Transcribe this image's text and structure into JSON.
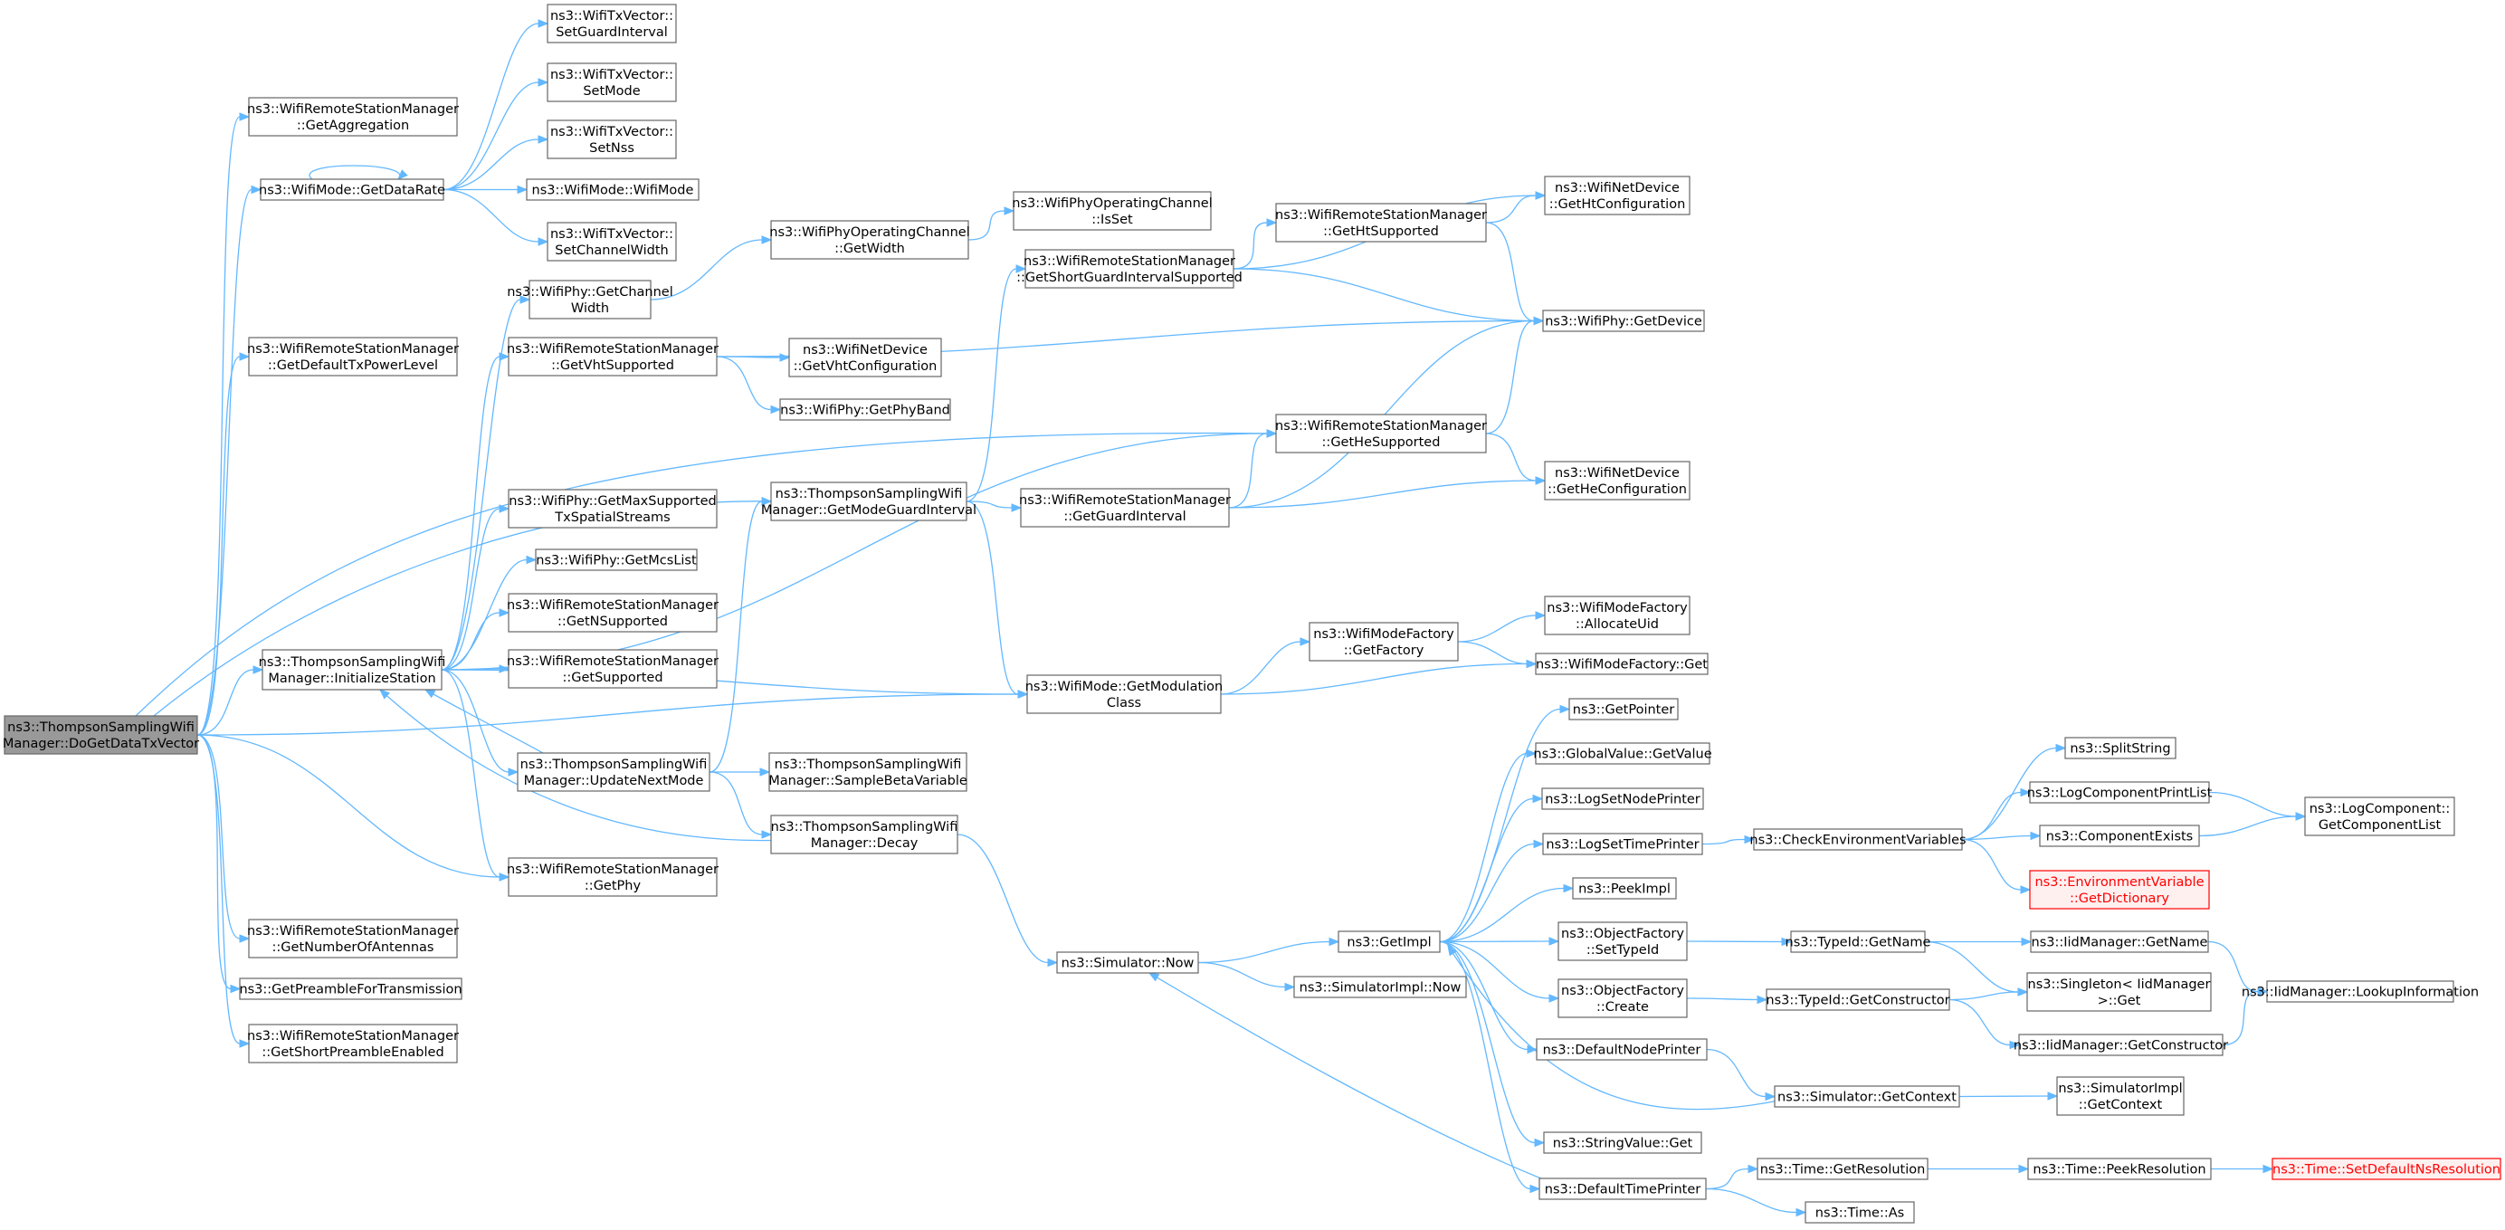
{
  "diagram": {
    "nodes": [
      {
        "id": "root",
        "lines": [
          "ns3::ThompsonSamplingWifi",
          "Manager::DoGetDataTxVector"
        ],
        "style": "root"
      },
      {
        "id": "getAggregation",
        "lines": [
          "ns3::WifiRemoteStationManager",
          "::GetAggregation"
        ]
      },
      {
        "id": "getDataRate",
        "lines": [
          "ns3::WifiMode::GetDataRate"
        ]
      },
      {
        "id": "setGuardInterval",
        "lines": [
          "ns3::WifiTxVector::",
          "SetGuardInterval"
        ]
      },
      {
        "id": "setMode",
        "lines": [
          "ns3::WifiTxVector::",
          "SetMode"
        ]
      },
      {
        "id": "setNss",
        "lines": [
          "ns3::WifiTxVector::",
          "SetNss"
        ]
      },
      {
        "id": "wifiModeCtor",
        "lines": [
          "ns3::WifiMode::WifiMode"
        ]
      },
      {
        "id": "setChannelWidth",
        "lines": [
          "ns3::WifiTxVector::",
          "SetChannelWidth"
        ]
      },
      {
        "id": "getDefaultTxPowerLevel",
        "lines": [
          "ns3::WifiRemoteStationManager",
          "::GetDefaultTxPowerLevel"
        ]
      },
      {
        "id": "getChannelWidth",
        "lines": [
          "ns3::WifiPhy::GetChannel",
          "Width"
        ]
      },
      {
        "id": "opChanGetWidth",
        "lines": [
          "ns3::WifiPhyOperatingChannel",
          "::GetWidth"
        ]
      },
      {
        "id": "opChanIsSet",
        "lines": [
          "ns3::WifiPhyOperatingChannel",
          "::IsSet"
        ]
      },
      {
        "id": "getShortGI",
        "lines": [
          "ns3::WifiRemoteStationManager",
          "::GetShortGuardIntervalSupported"
        ]
      },
      {
        "id": "getHtSupported",
        "lines": [
          "ns3::WifiRemoteStationManager",
          "::GetHtSupported"
        ]
      },
      {
        "id": "getHtConfiguration",
        "lines": [
          "ns3::WifiNetDevice",
          "::GetHtConfiguration"
        ]
      },
      {
        "id": "getVhtSupported",
        "lines": [
          "ns3::WifiRemoteStationManager",
          "::GetVhtSupported"
        ]
      },
      {
        "id": "getVhtConfiguration",
        "lines": [
          "ns3::WifiNetDevice",
          "::GetVhtConfiguration"
        ]
      },
      {
        "id": "getDevice",
        "lines": [
          "ns3::WifiPhy::GetDevice"
        ]
      },
      {
        "id": "getPhyBand",
        "lines": [
          "ns3::WifiPhy::GetPhyBand"
        ]
      },
      {
        "id": "getHeSupported",
        "lines": [
          "ns3::WifiRemoteStationManager",
          "::GetHeSupported"
        ]
      },
      {
        "id": "getModeGuardInterval",
        "lines": [
          "ns3::ThompsonSamplingWifi",
          "Manager::GetModeGuardInterval"
        ]
      },
      {
        "id": "getGuardInterval",
        "lines": [
          "ns3::WifiRemoteStationManager",
          "::GetGuardInterval"
        ]
      },
      {
        "id": "getHeConfiguration",
        "lines": [
          "ns3::WifiNetDevice",
          "::GetHeConfiguration"
        ]
      },
      {
        "id": "getMaxTxSS",
        "lines": [
          "ns3::WifiPhy::GetMaxSupported",
          "TxSpatialStreams"
        ]
      },
      {
        "id": "getMcsList",
        "lines": [
          "ns3::WifiPhy::GetMcsList"
        ]
      },
      {
        "id": "getNSupported",
        "lines": [
          "ns3::WifiRemoteStationManager",
          "::GetNSupported"
        ]
      },
      {
        "id": "getSupported",
        "lines": [
          "ns3::WifiRemoteStationManager",
          "::GetSupported"
        ]
      },
      {
        "id": "initializeStation",
        "lines": [
          "ns3::ThompsonSamplingWifi",
          "Manager::InitializeStation"
        ]
      },
      {
        "id": "getModulationClass",
        "lines": [
          "ns3::WifiMode::GetModulation",
          "Class"
        ]
      },
      {
        "id": "getFactory",
        "lines": [
          "ns3::WifiModeFactory",
          "::GetFactory"
        ]
      },
      {
        "id": "allocateUid",
        "lines": [
          "ns3::WifiModeFactory",
          "::AllocateUid"
        ]
      },
      {
        "id": "factoryGet",
        "lines": [
          "ns3::WifiModeFactory::Get"
        ]
      },
      {
        "id": "updateNextMode",
        "lines": [
          "ns3::ThompsonSamplingWifi",
          "Manager::UpdateNextMode"
        ]
      },
      {
        "id": "sampleBeta",
        "lines": [
          "ns3::ThompsonSamplingWifi",
          "Manager::SampleBetaVariable"
        ]
      },
      {
        "id": "decay",
        "lines": [
          "ns3::ThompsonSamplingWifi",
          "Manager::Decay"
        ]
      },
      {
        "id": "getPhy",
        "lines": [
          "ns3::WifiRemoteStationManager",
          "::GetPhy"
        ]
      },
      {
        "id": "getNumAntennas",
        "lines": [
          "ns3::WifiRemoteStationManager",
          "::GetNumberOfAntennas"
        ]
      },
      {
        "id": "getPreamble",
        "lines": [
          "ns3::GetPreambleForTransmission"
        ]
      },
      {
        "id": "getShortPreamble",
        "lines": [
          "ns3::WifiRemoteStationManager",
          "::GetShortPreambleEnabled"
        ]
      },
      {
        "id": "simNow",
        "lines": [
          "ns3::Simulator::Now"
        ]
      },
      {
        "id": "getImpl",
        "lines": [
          "ns3::GetImpl"
        ]
      },
      {
        "id": "simImplNow",
        "lines": [
          "ns3::SimulatorImpl::Now"
        ]
      },
      {
        "id": "getPointer",
        "lines": [
          "ns3::GetPointer"
        ]
      },
      {
        "id": "globalGetValue",
        "lines": [
          "ns3::GlobalValue::GetValue"
        ]
      },
      {
        "id": "logSetNodePrinter",
        "lines": [
          "ns3::LogSetNodePrinter"
        ]
      },
      {
        "id": "logSetTimePrinter",
        "lines": [
          "ns3::LogSetTimePrinter"
        ]
      },
      {
        "id": "checkEnv",
        "lines": [
          "ns3::CheckEnvironmentVariables"
        ]
      },
      {
        "id": "splitString",
        "lines": [
          "ns3::SplitString"
        ]
      },
      {
        "id": "logCompPrintList",
        "lines": [
          "ns3::LogComponentPrintList"
        ]
      },
      {
        "id": "componentExists",
        "lines": [
          "ns3::ComponentExists"
        ]
      },
      {
        "id": "getComponentList",
        "lines": [
          "ns3::LogComponent::",
          "GetComponentList"
        ]
      },
      {
        "id": "envGetDictionary",
        "lines": [
          "ns3::EnvironmentVariable",
          "::GetDictionary"
        ],
        "style": "trunc"
      },
      {
        "id": "peekImpl",
        "lines": [
          "ns3::PeekImpl"
        ]
      },
      {
        "id": "ofSetTypeId",
        "lines": [
          "ns3::ObjectFactory",
          "::SetTypeId"
        ]
      },
      {
        "id": "typeIdGetName",
        "lines": [
          "ns3::TypeId::GetName"
        ]
      },
      {
        "id": "iidGetName",
        "lines": [
          "ns3::IidManager::GetName"
        ]
      },
      {
        "id": "singletonGet",
        "lines": [
          "ns3::Singleton< IidManager",
          "  >::Get"
        ]
      },
      {
        "id": "lookupInformation",
        "lines": [
          "ns3::IidManager::LookupInformation"
        ]
      },
      {
        "id": "ofCreate",
        "lines": [
          "ns3::ObjectFactory",
          "::Create"
        ]
      },
      {
        "id": "typeIdGetCtor",
        "lines": [
          "ns3::TypeId::GetConstructor"
        ]
      },
      {
        "id": "iidGetCtor",
        "lines": [
          "ns3::IidManager::GetConstructor"
        ]
      },
      {
        "id": "defaultNodePrinter",
        "lines": [
          "ns3::DefaultNodePrinter"
        ]
      },
      {
        "id": "simGetContext",
        "lines": [
          "ns3::Simulator::GetContext"
        ]
      },
      {
        "id": "simImplGetContext",
        "lines": [
          "ns3::SimulatorImpl",
          "::GetContext"
        ]
      },
      {
        "id": "stringValueGet",
        "lines": [
          "ns3::StringValue::Get"
        ]
      },
      {
        "id": "defaultTimePrinter",
        "lines": [
          "ns3::DefaultTimePrinter"
        ]
      },
      {
        "id": "timeGetResolution",
        "lines": [
          "ns3::Time::GetResolution"
        ]
      },
      {
        "id": "timePeekResolution",
        "lines": [
          "ns3::Time::PeekResolution"
        ]
      },
      {
        "id": "timeSetDefaultNs",
        "lines": [
          "ns3::Time::SetDefaultNsResolution"
        ],
        "style": "trunc"
      },
      {
        "id": "timeAs",
        "lines": [
          "ns3::Time::As"
        ]
      }
    ],
    "edges": [
      [
        "root",
        "getAggregation"
      ],
      [
        "root",
        "getDataRate"
      ],
      [
        "root",
        "getDefaultTxPowerLevel"
      ],
      [
        "root",
        "initializeStation"
      ],
      [
        "root",
        "getHeSupported"
      ],
      [
        "root",
        "getModeGuardInterval"
      ],
      [
        "root",
        "getModulationClass"
      ],
      [
        "root",
        "getPhy"
      ],
      [
        "root",
        "getNumAntennas"
      ],
      [
        "root",
        "getPreamble"
      ],
      [
        "root",
        "getShortPreamble"
      ],
      [
        "getDataRate",
        "getDataRate"
      ],
      [
        "getDataRate",
        "setGuardInterval"
      ],
      [
        "getDataRate",
        "setMode"
      ],
      [
        "getDataRate",
        "setNss"
      ],
      [
        "getDataRate",
        "wifiModeCtor"
      ],
      [
        "getDataRate",
        "setChannelWidth"
      ],
      [
        "getChannelWidth",
        "opChanGetWidth"
      ],
      [
        "opChanGetWidth",
        "opChanIsSet"
      ],
      [
        "getShortGI",
        "getHtSupported"
      ],
      [
        "getShortGI",
        "getHtConfiguration"
      ],
      [
        "getShortGI",
        "getDevice"
      ],
      [
        "getHtSupported",
        "getHtConfiguration"
      ],
      [
        "getHtSupported",
        "getDevice"
      ],
      [
        "getVhtSupported",
        "getVhtConfiguration"
      ],
      [
        "getVhtSupported",
        "getPhyBand"
      ],
      [
        "getVhtSupported",
        "getDevice"
      ],
      [
        "getHeSupported",
        "getDevice"
      ],
      [
        "getHeSupported",
        "getHeConfiguration"
      ],
      [
        "getModeGuardInterval",
        "getShortGI"
      ],
      [
        "getModeGuardInterval",
        "getGuardInterval"
      ],
      [
        "getModeGuardInterval",
        "getModulationClass"
      ],
      [
        "getGuardInterval",
        "getHeSupported"
      ],
      [
        "getGuardInterval",
        "getDevice"
      ],
      [
        "getGuardInterval",
        "getHeConfiguration"
      ],
      [
        "initializeStation",
        "getChannelWidth"
      ],
      [
        "initializeStation",
        "getVhtSupported"
      ],
      [
        "initializeStation",
        "getHeSupported"
      ],
      [
        "initializeStation",
        "getMaxTxSS"
      ],
      [
        "initializeStation",
        "getMcsList"
      ],
      [
        "initializeStation",
        "getNSupported"
      ],
      [
        "initializeStation",
        "getSupported"
      ],
      [
        "initializeStation",
        "getModulationClass"
      ],
      [
        "initializeStation",
        "updateNextMode"
      ],
      [
        "initializeStation",
        "getPhy"
      ],
      [
        "updateNextMode",
        "initializeStation"
      ],
      [
        "updateNextMode",
        "getModeGuardInterval"
      ],
      [
        "updateNextMode",
        "sampleBeta"
      ],
      [
        "updateNextMode",
        "decay"
      ],
      [
        "decay",
        "initializeStation"
      ],
      [
        "decay",
        "simNow"
      ],
      [
        "getModulationClass",
        "getFactory"
      ],
      [
        "getModulationClass",
        "factoryGet"
      ],
      [
        "getFactory",
        "allocateUid"
      ],
      [
        "getFactory",
        "factoryGet"
      ],
      [
        "simNow",
        "getImpl"
      ],
      [
        "simNow",
        "simImplNow"
      ],
      [
        "getImpl",
        "getPointer"
      ],
      [
        "getImpl",
        "globalGetValue"
      ],
      [
        "getImpl",
        "logSetNodePrinter"
      ],
      [
        "getImpl",
        "logSetTimePrinter"
      ],
      [
        "getImpl",
        "peekImpl"
      ],
      [
        "getImpl",
        "ofSetTypeId"
      ],
      [
        "getImpl",
        "ofCreate"
      ],
      [
        "getImpl",
        "defaultNodePrinter"
      ],
      [
        "getImpl",
        "stringValueGet"
      ],
      [
        "getImpl",
        "defaultTimePrinter"
      ],
      [
        "logSetTimePrinter",
        "checkEnv"
      ],
      [
        "checkEnv",
        "splitString"
      ],
      [
        "checkEnv",
        "logCompPrintList"
      ],
      [
        "checkEnv",
        "componentExists"
      ],
      [
        "checkEnv",
        "envGetDictionary"
      ],
      [
        "logCompPrintList",
        "getComponentList"
      ],
      [
        "componentExists",
        "getComponentList"
      ],
      [
        "ofSetTypeId",
        "typeIdGetName"
      ],
      [
        "typeIdGetName",
        "iidGetName"
      ],
      [
        "typeIdGetName",
        "singletonGet"
      ],
      [
        "iidGetName",
        "lookupInformation"
      ],
      [
        "ofCreate",
        "typeIdGetCtor"
      ],
      [
        "typeIdGetCtor",
        "singletonGet"
      ],
      [
        "typeIdGetCtor",
        "iidGetCtor"
      ],
      [
        "iidGetCtor",
        "lookupInformation"
      ],
      [
        "defaultNodePrinter",
        "simGetContext"
      ],
      [
        "simGetContext",
        "getImpl"
      ],
      [
        "simGetContext",
        "simImplGetContext"
      ],
      [
        "defaultTimePrinter",
        "simNow"
      ],
      [
        "defaultTimePrinter",
        "timeGetResolution"
      ],
      [
        "defaultTimePrinter",
        "timeAs"
      ],
      [
        "timeGetResolution",
        "timePeekResolution"
      ],
      [
        "timePeekResolution",
        "timeSetDefaultNs"
      ]
    ]
  }
}
